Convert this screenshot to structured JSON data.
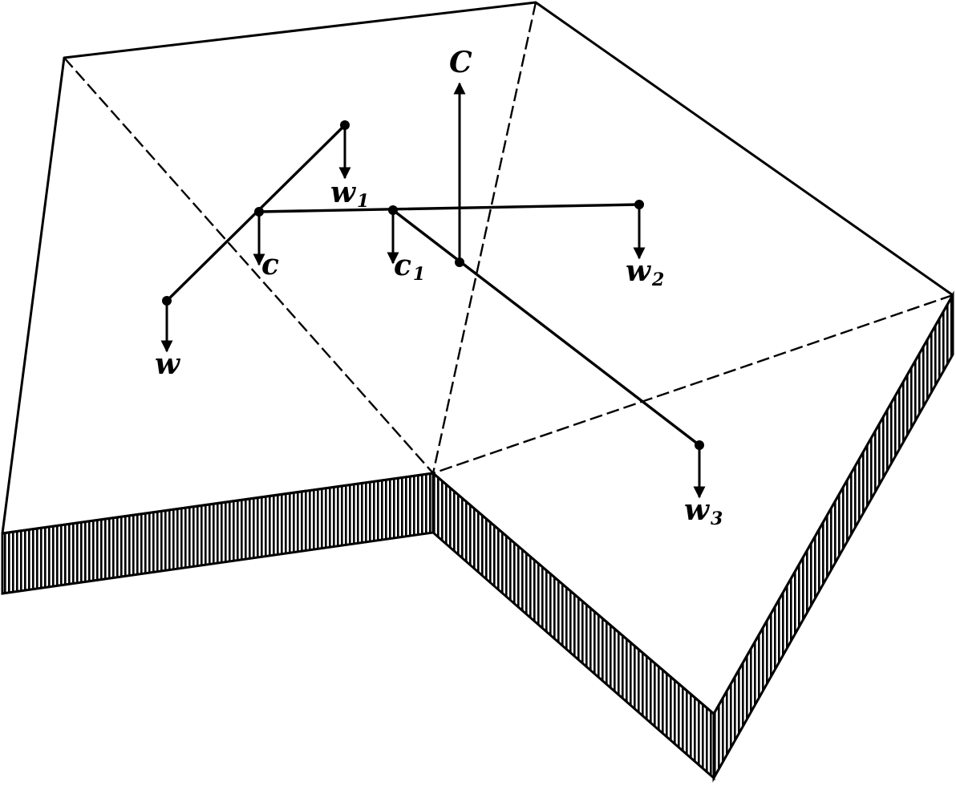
{
  "figure": {
    "labels": {
      "C": "C",
      "w": "w",
      "w1": "w",
      "w1_sub": "1",
      "w2": "w",
      "w2_sub": "2",
      "w3": "w",
      "w3_sub": "3",
      "c": "c",
      "c1": "c",
      "c1_sub": "1"
    }
  }
}
